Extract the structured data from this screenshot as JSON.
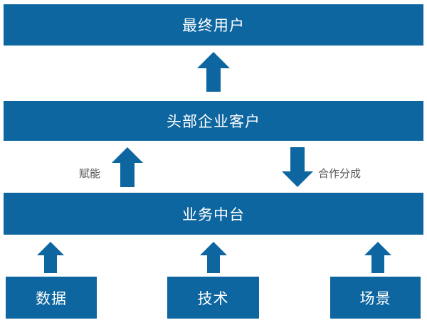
{
  "layers": {
    "top": "最终用户",
    "middle": "头部企业客户",
    "platform": "业务中台"
  },
  "flows": {
    "enable": "赋能",
    "revenue_share": "合作分成"
  },
  "inputs": [
    "数据",
    "技术",
    "场景"
  ],
  "colors": {
    "box": "#0e66a0",
    "text_on_box": "#ffffff",
    "label": "#555555"
  }
}
